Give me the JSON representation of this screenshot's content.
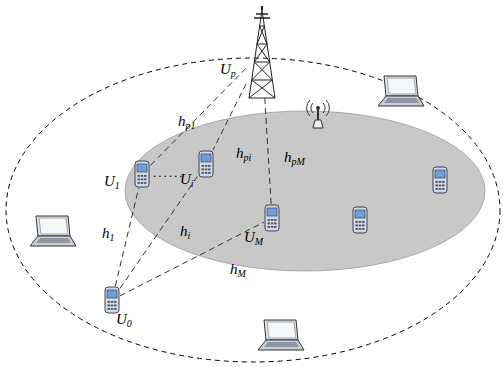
{
  "diagram": {
    "nodes": [
      {
        "text": [
          "Up"
        ]
      },
      {
        "text": [
          "U1"
        ]
      },
      {
        "text": [
          "Ui"
        ]
      },
      {
        "text": [
          "UM"
        ]
      },
      {
        "text": [
          "U0"
        ]
      }
    ],
    "edges": [
      {
        "from": 0,
        "to": 1,
        "arrow": "none",
        "label": "hp1"
      },
      {
        "from": 0,
        "to": 2,
        "arrow": "none",
        "label": "hpi"
      },
      {
        "from": 0,
        "to": 3,
        "arrow": "none",
        "label": "hpM"
      },
      {
        "from": 4,
        "to": 1,
        "arrow": "none",
        "label": "h1"
      },
      {
        "from": 4,
        "to": 2,
        "arrow": "none",
        "label": "hi"
      },
      {
        "from": 4,
        "to": 3,
        "arrow": "none",
        "label": "hM"
      }
    ],
    "labels": [
      "......"
    ]
  }
}
